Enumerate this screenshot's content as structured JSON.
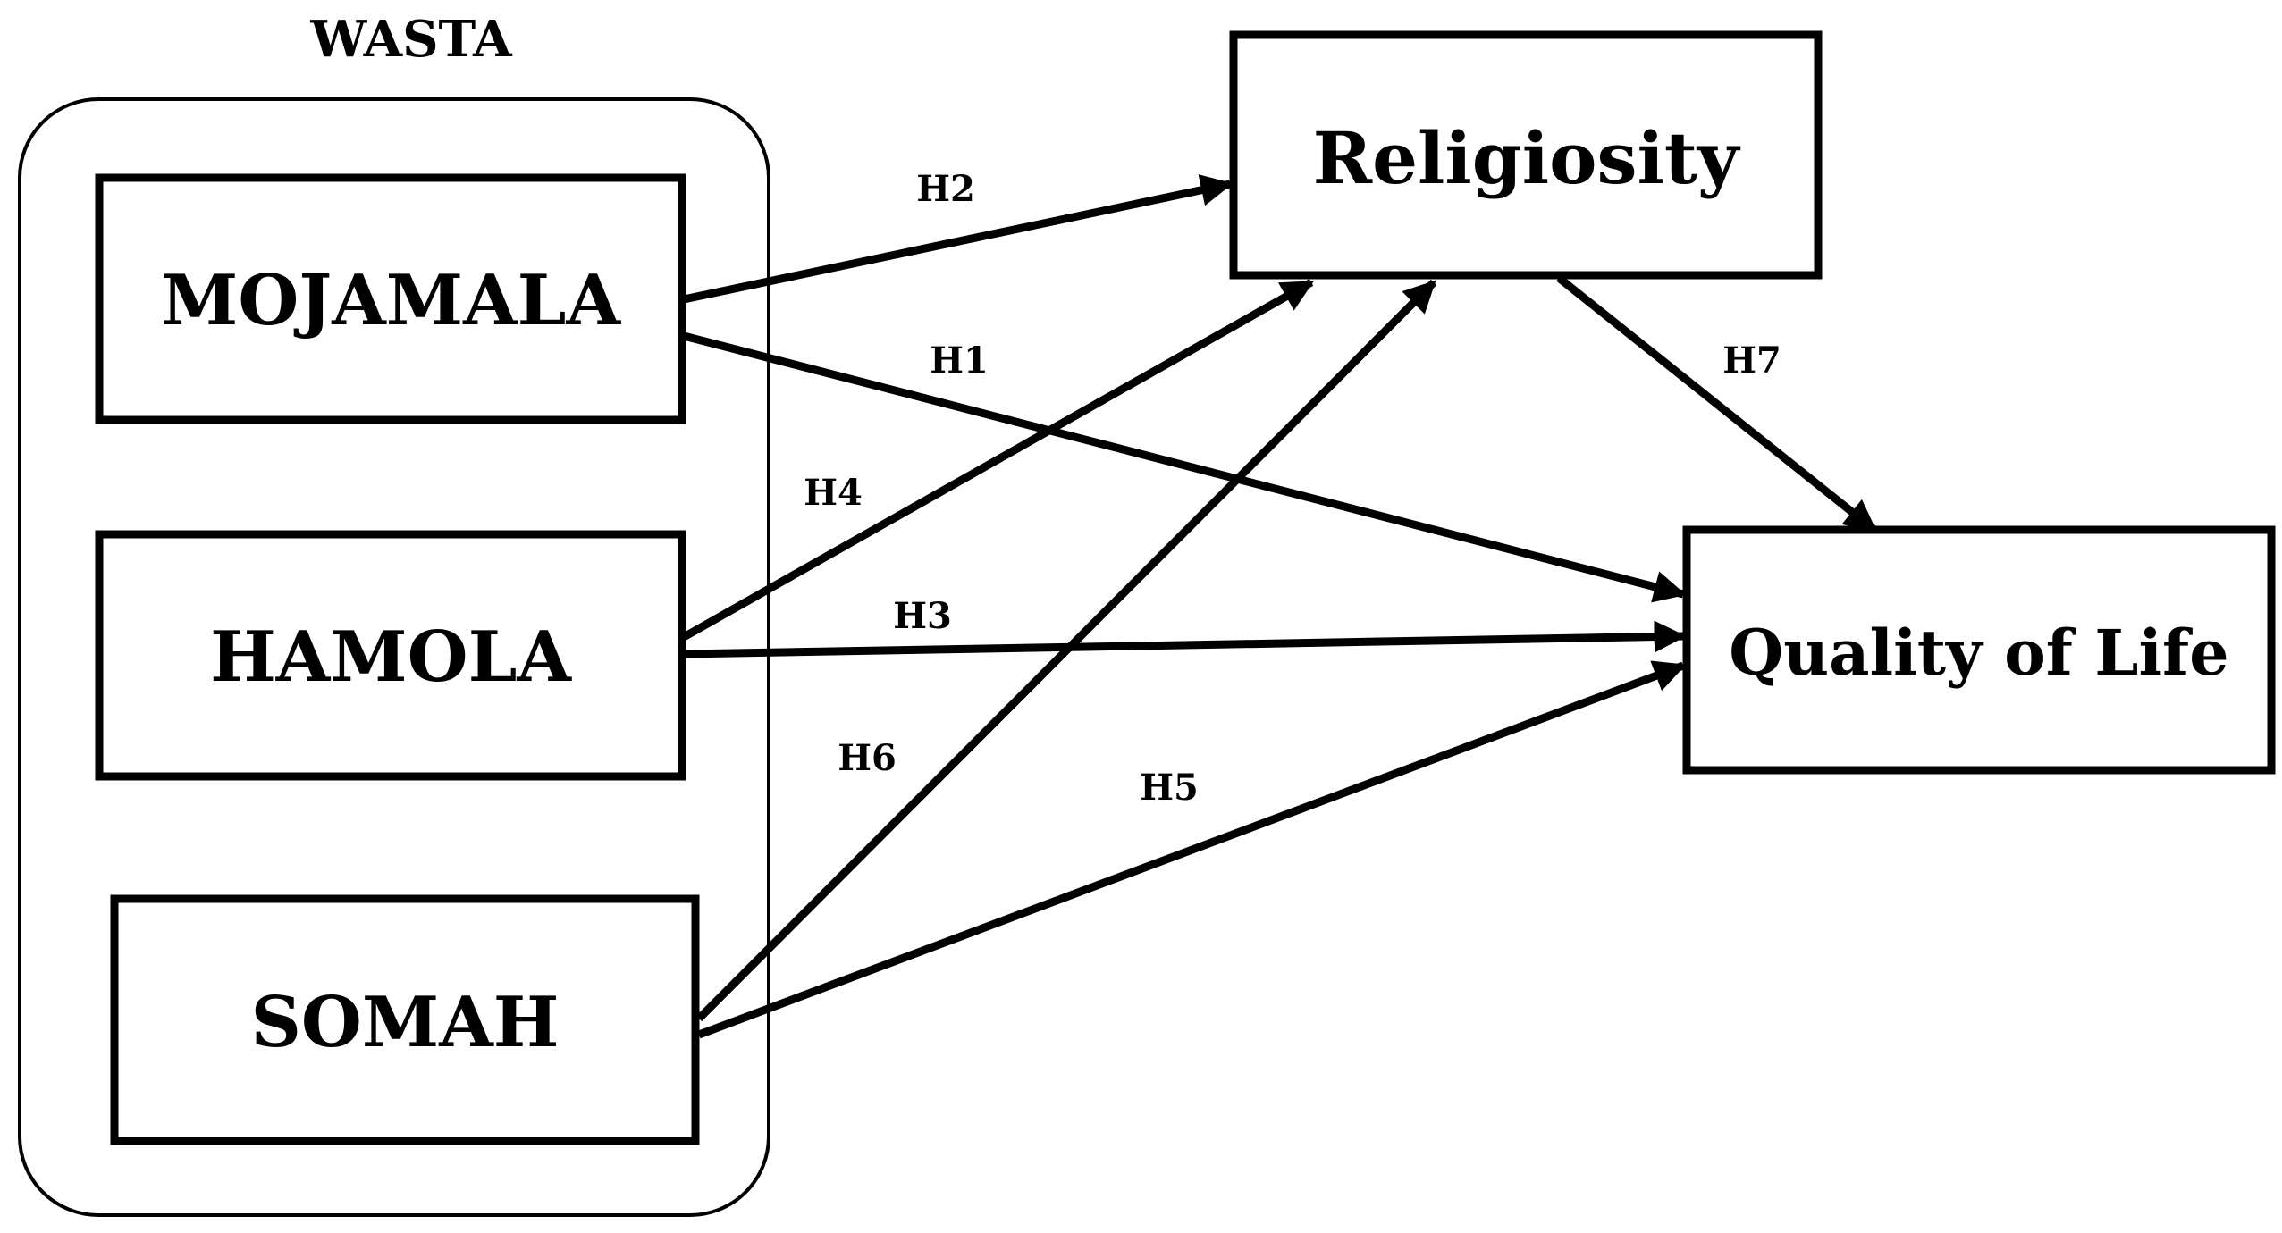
{
  "group": {
    "label": "WASTA"
  },
  "nodes": {
    "mojamala": "MOJAMALA",
    "hamola": "HAMOLA",
    "somah": "SOMAH",
    "religiosity": "Religiosity",
    "quality_of_life": "Quality of Life"
  },
  "paths": [
    {
      "id": "H1",
      "from": "MOJAMALA",
      "to": "Quality of Life",
      "label": "H1"
    },
    {
      "id": "H2",
      "from": "MOJAMALA",
      "to": "Religiosity",
      "label": "H2"
    },
    {
      "id": "H3",
      "from": "HAMOLA",
      "to": "Quality of Life",
      "label": "H3"
    },
    {
      "id": "H4",
      "from": "HAMOLA",
      "to": "Religiosity",
      "label": "H4"
    },
    {
      "id": "H5",
      "from": "SOMAH",
      "to": "Quality of Life",
      "label": "H5"
    },
    {
      "id": "H6",
      "from": "SOMAH",
      "to": "Religiosity",
      "label": "H6"
    },
    {
      "id": "H7",
      "from": "Religiosity",
      "to": "Quality of Life",
      "label": "H7"
    }
  ]
}
